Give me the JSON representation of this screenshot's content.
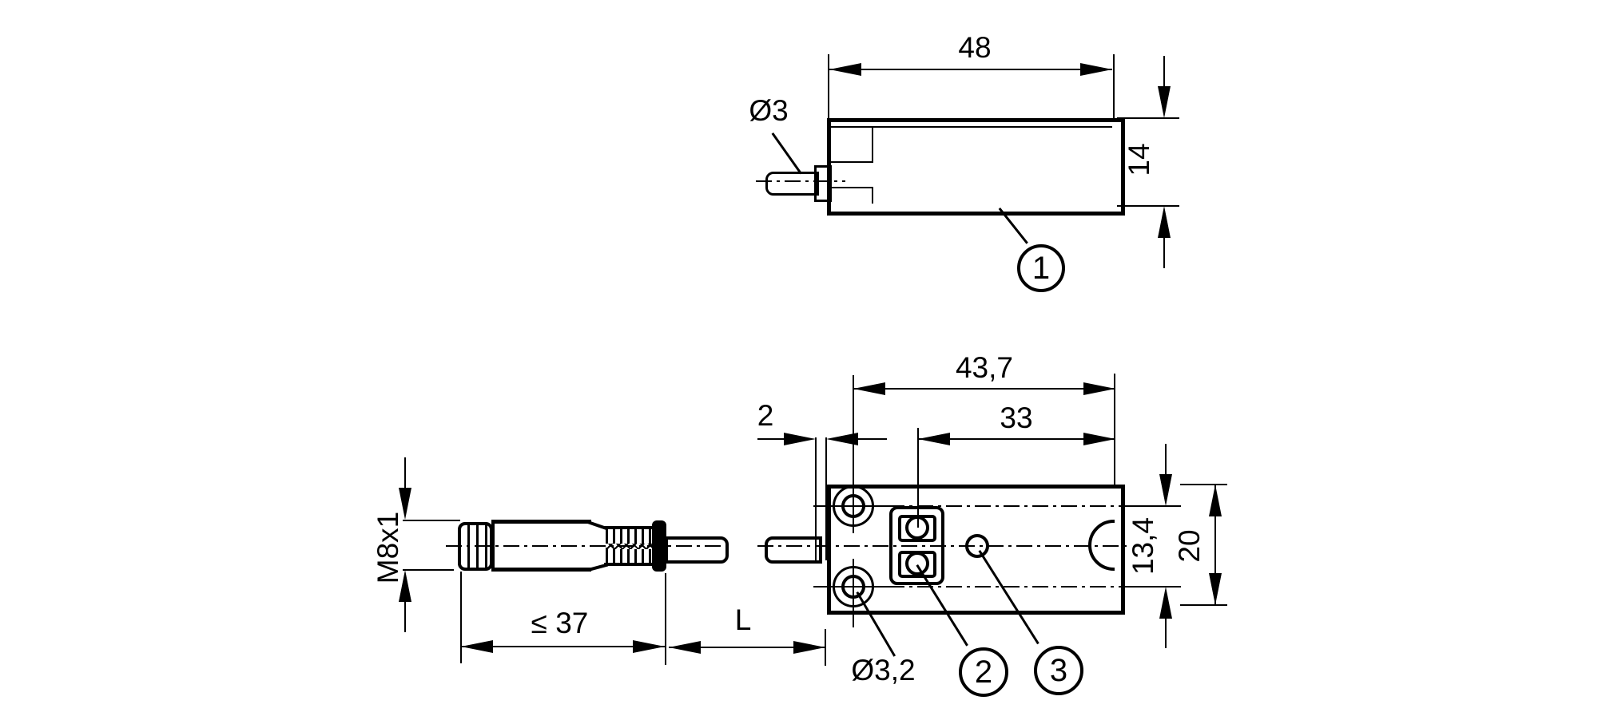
{
  "colors": {
    "line": "#000000",
    "background": "#ffffff"
  },
  "side_view": {
    "length_dim": "48",
    "height_dim": "14",
    "cable_diameter_dim": "Ø3",
    "callout_1": "1"
  },
  "top_view": {
    "hole_to_face_dim": "43,7",
    "led_to_face_dim": "33",
    "end_plate_dim": "2",
    "hole_pitch_dim": "13,4",
    "width_dim": "20",
    "mounting_hole_dim": "Ø3,2",
    "callout_2": "2",
    "callout_3": "3"
  },
  "connector_view": {
    "thread_dim": "M8x1",
    "connector_length_dim": "≤ 37",
    "cable_length_dim": "L"
  }
}
